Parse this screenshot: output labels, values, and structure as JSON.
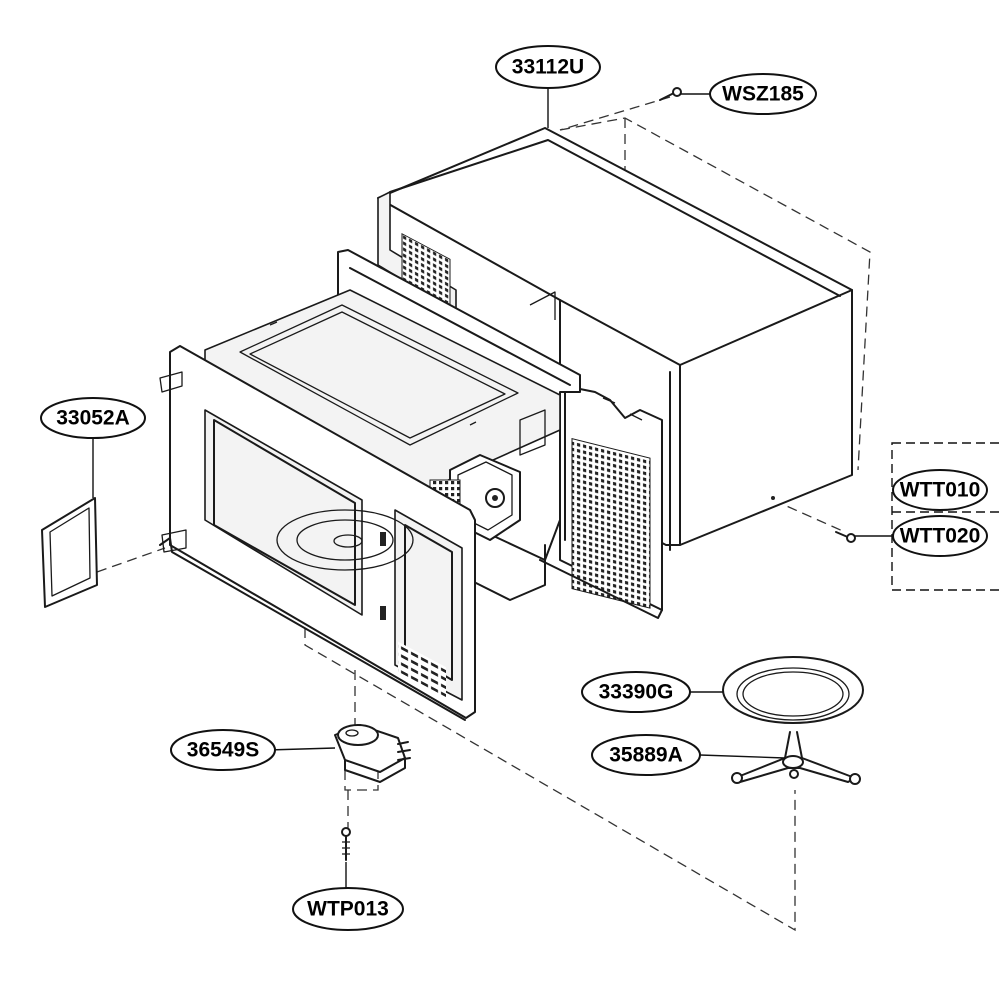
{
  "parts": {
    "p33112U": "33112U",
    "pWSZ185": "WSZ185",
    "p33052A": "33052A",
    "pWTT010": "WTT010",
    "pWTT020": "WTT020",
    "p33390G": "33390G",
    "p35889A": "35889A",
    "p36549S": "36549S",
    "pWTP013": "WTP013"
  },
  "colors": {
    "line": "#1a1a1a",
    "background": "#ffffff"
  }
}
